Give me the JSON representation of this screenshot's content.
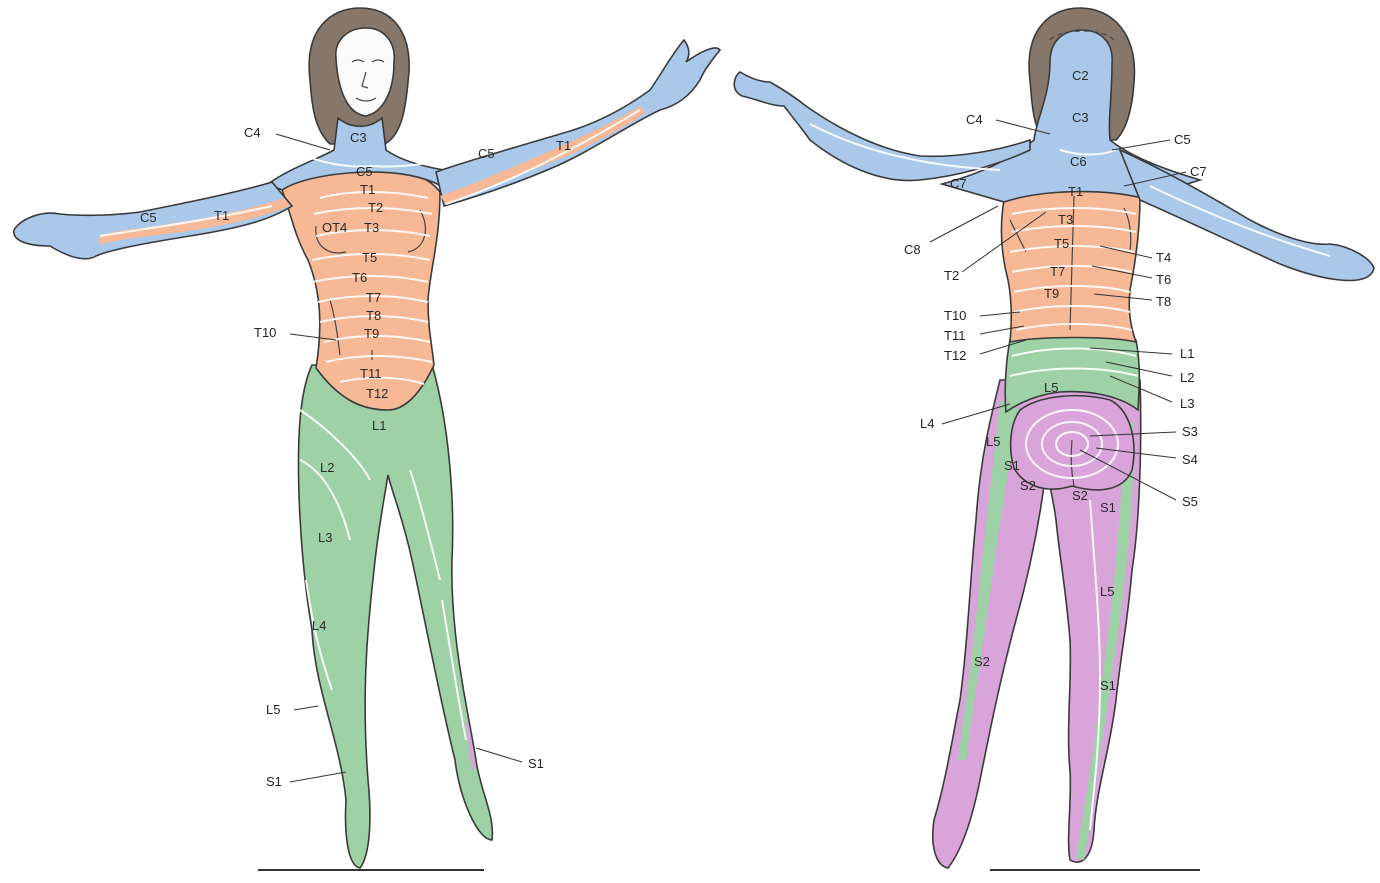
{
  "colors": {
    "cervical": "#a9c8ea",
    "thoracic": "#f6b895",
    "lumbar": "#9fd1a7",
    "sacral": "#d9a4d9",
    "hair": "#86776a",
    "outline": "#3a3a3a"
  },
  "front": {
    "ext": {
      "c4": "C4",
      "t10": "T10",
      "l5": "L5",
      "s1_left": "S1",
      "s1_right": "S1"
    },
    "inner": {
      "c3": "C3",
      "c5_neck": "C5",
      "c5_left_arm": "C5",
      "t1_left_arm": "T1",
      "c5_right_arm": "C5",
      "t1_right_arm": "T1",
      "t1": "T1",
      "t2": "T2",
      "t3": "T3",
      "t4": "OT4",
      "t5": "T5",
      "t6": "T6",
      "t7": "T7",
      "t8": "T8",
      "t9": "T9",
      "t11": "T11",
      "t12": "T12",
      "l1": "L1",
      "l2": "L2",
      "l3": "L3",
      "l4": "L4"
    }
  },
  "back": {
    "ext": {
      "c4": "C4",
      "c5": "C5",
      "c7_right": "C7",
      "c8": "C8",
      "t2": "T2",
      "t4": "T4",
      "t6": "T6",
      "t8": "T8",
      "t10": "T10",
      "t11": "T11",
      "t12": "T12",
      "l1": "L1",
      "l2": "L2",
      "l3": "L3",
      "l4": "L4",
      "s3": "S3",
      "s4": "S4",
      "s5": "S5"
    },
    "inner": {
      "c2": "C2",
      "c3": "C3",
      "c6": "C6",
      "c7_arm": "C7",
      "t1": "T1",
      "t3": "T3",
      "t5": "T5",
      "t7": "T7",
      "t9": "T9",
      "l5": "L5",
      "l5_left_leg": "L5",
      "s1_left": "S1",
      "s2_left": "S2",
      "s2_right": "S2",
      "s1_right": "S1",
      "l5_right_leg": "L5",
      "s2_left_leg": "S2",
      "s1_right_leg": "S1"
    }
  }
}
